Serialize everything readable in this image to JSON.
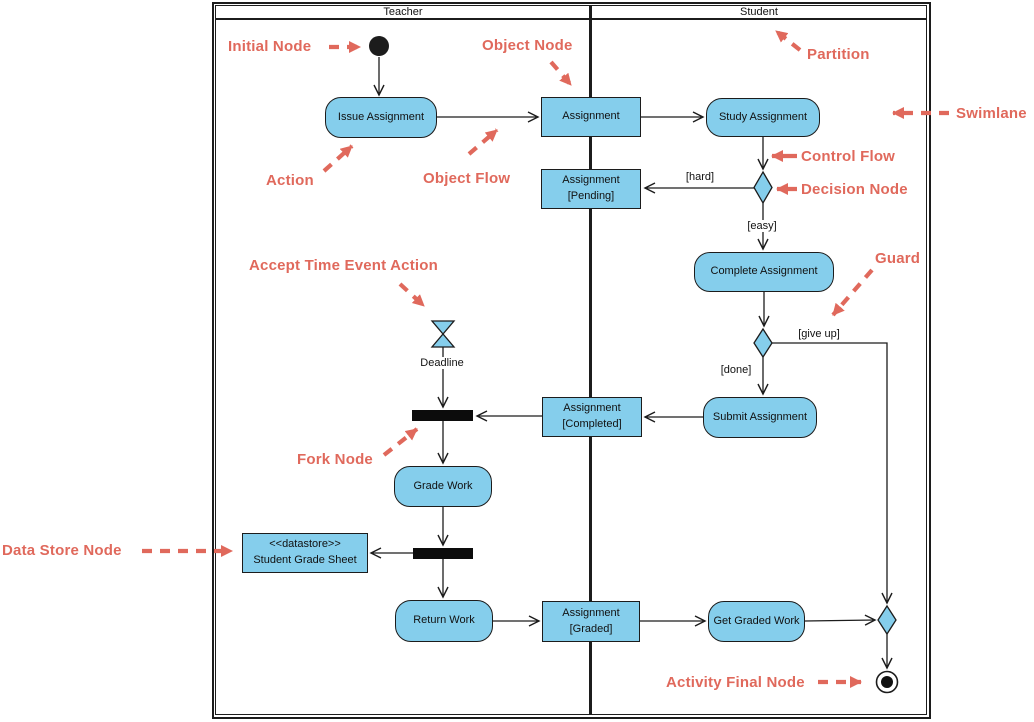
{
  "partitions": {
    "left": "Teacher",
    "right": "Student"
  },
  "nodes": {
    "issue_assignment": "Issue Assignment",
    "study_assignment": "Study Assignment",
    "complete_assignment": "Complete Assignment",
    "submit_assignment": "Submit Assignment",
    "grade_work": "Grade Work",
    "return_work": "Return Work",
    "get_graded_work": "Get Graded Work",
    "assignment": "Assignment",
    "assignment_pending": {
      "l1": "Assignment",
      "l2": "[Pending]"
    },
    "assignment_completed": {
      "l1": "Assignment",
      "l2": "[Completed]"
    },
    "assignment_graded": {
      "l1": "Assignment",
      "l2": "[Graded]"
    },
    "datastore": {
      "l1": "<<datastore>>",
      "l2": "Student Grade Sheet"
    },
    "deadline": "Deadline"
  },
  "guards": {
    "hard": "[hard]",
    "easy": "[easy]",
    "give_up": "[give up]",
    "done": "[done]"
  },
  "annotations": {
    "initial_node": "Initial Node",
    "object_node": "Object Node",
    "action": "Action",
    "object_flow": "Object Flow",
    "partition": "Partition",
    "swimlane": "Swimlane",
    "control_flow": "Control Flow",
    "decision_node": "Decision Node",
    "guard": "Guard",
    "accept_time_event_action": "Accept Time Event Action",
    "fork_node": "Fork Node",
    "data_store_node": "Data Store Node",
    "activity_final_node": "Activity Final Node"
  },
  "colors": {
    "node_fill": "#85CEEC",
    "node_border": "#1C1C1C",
    "annotation_accent": "#E0695C"
  }
}
